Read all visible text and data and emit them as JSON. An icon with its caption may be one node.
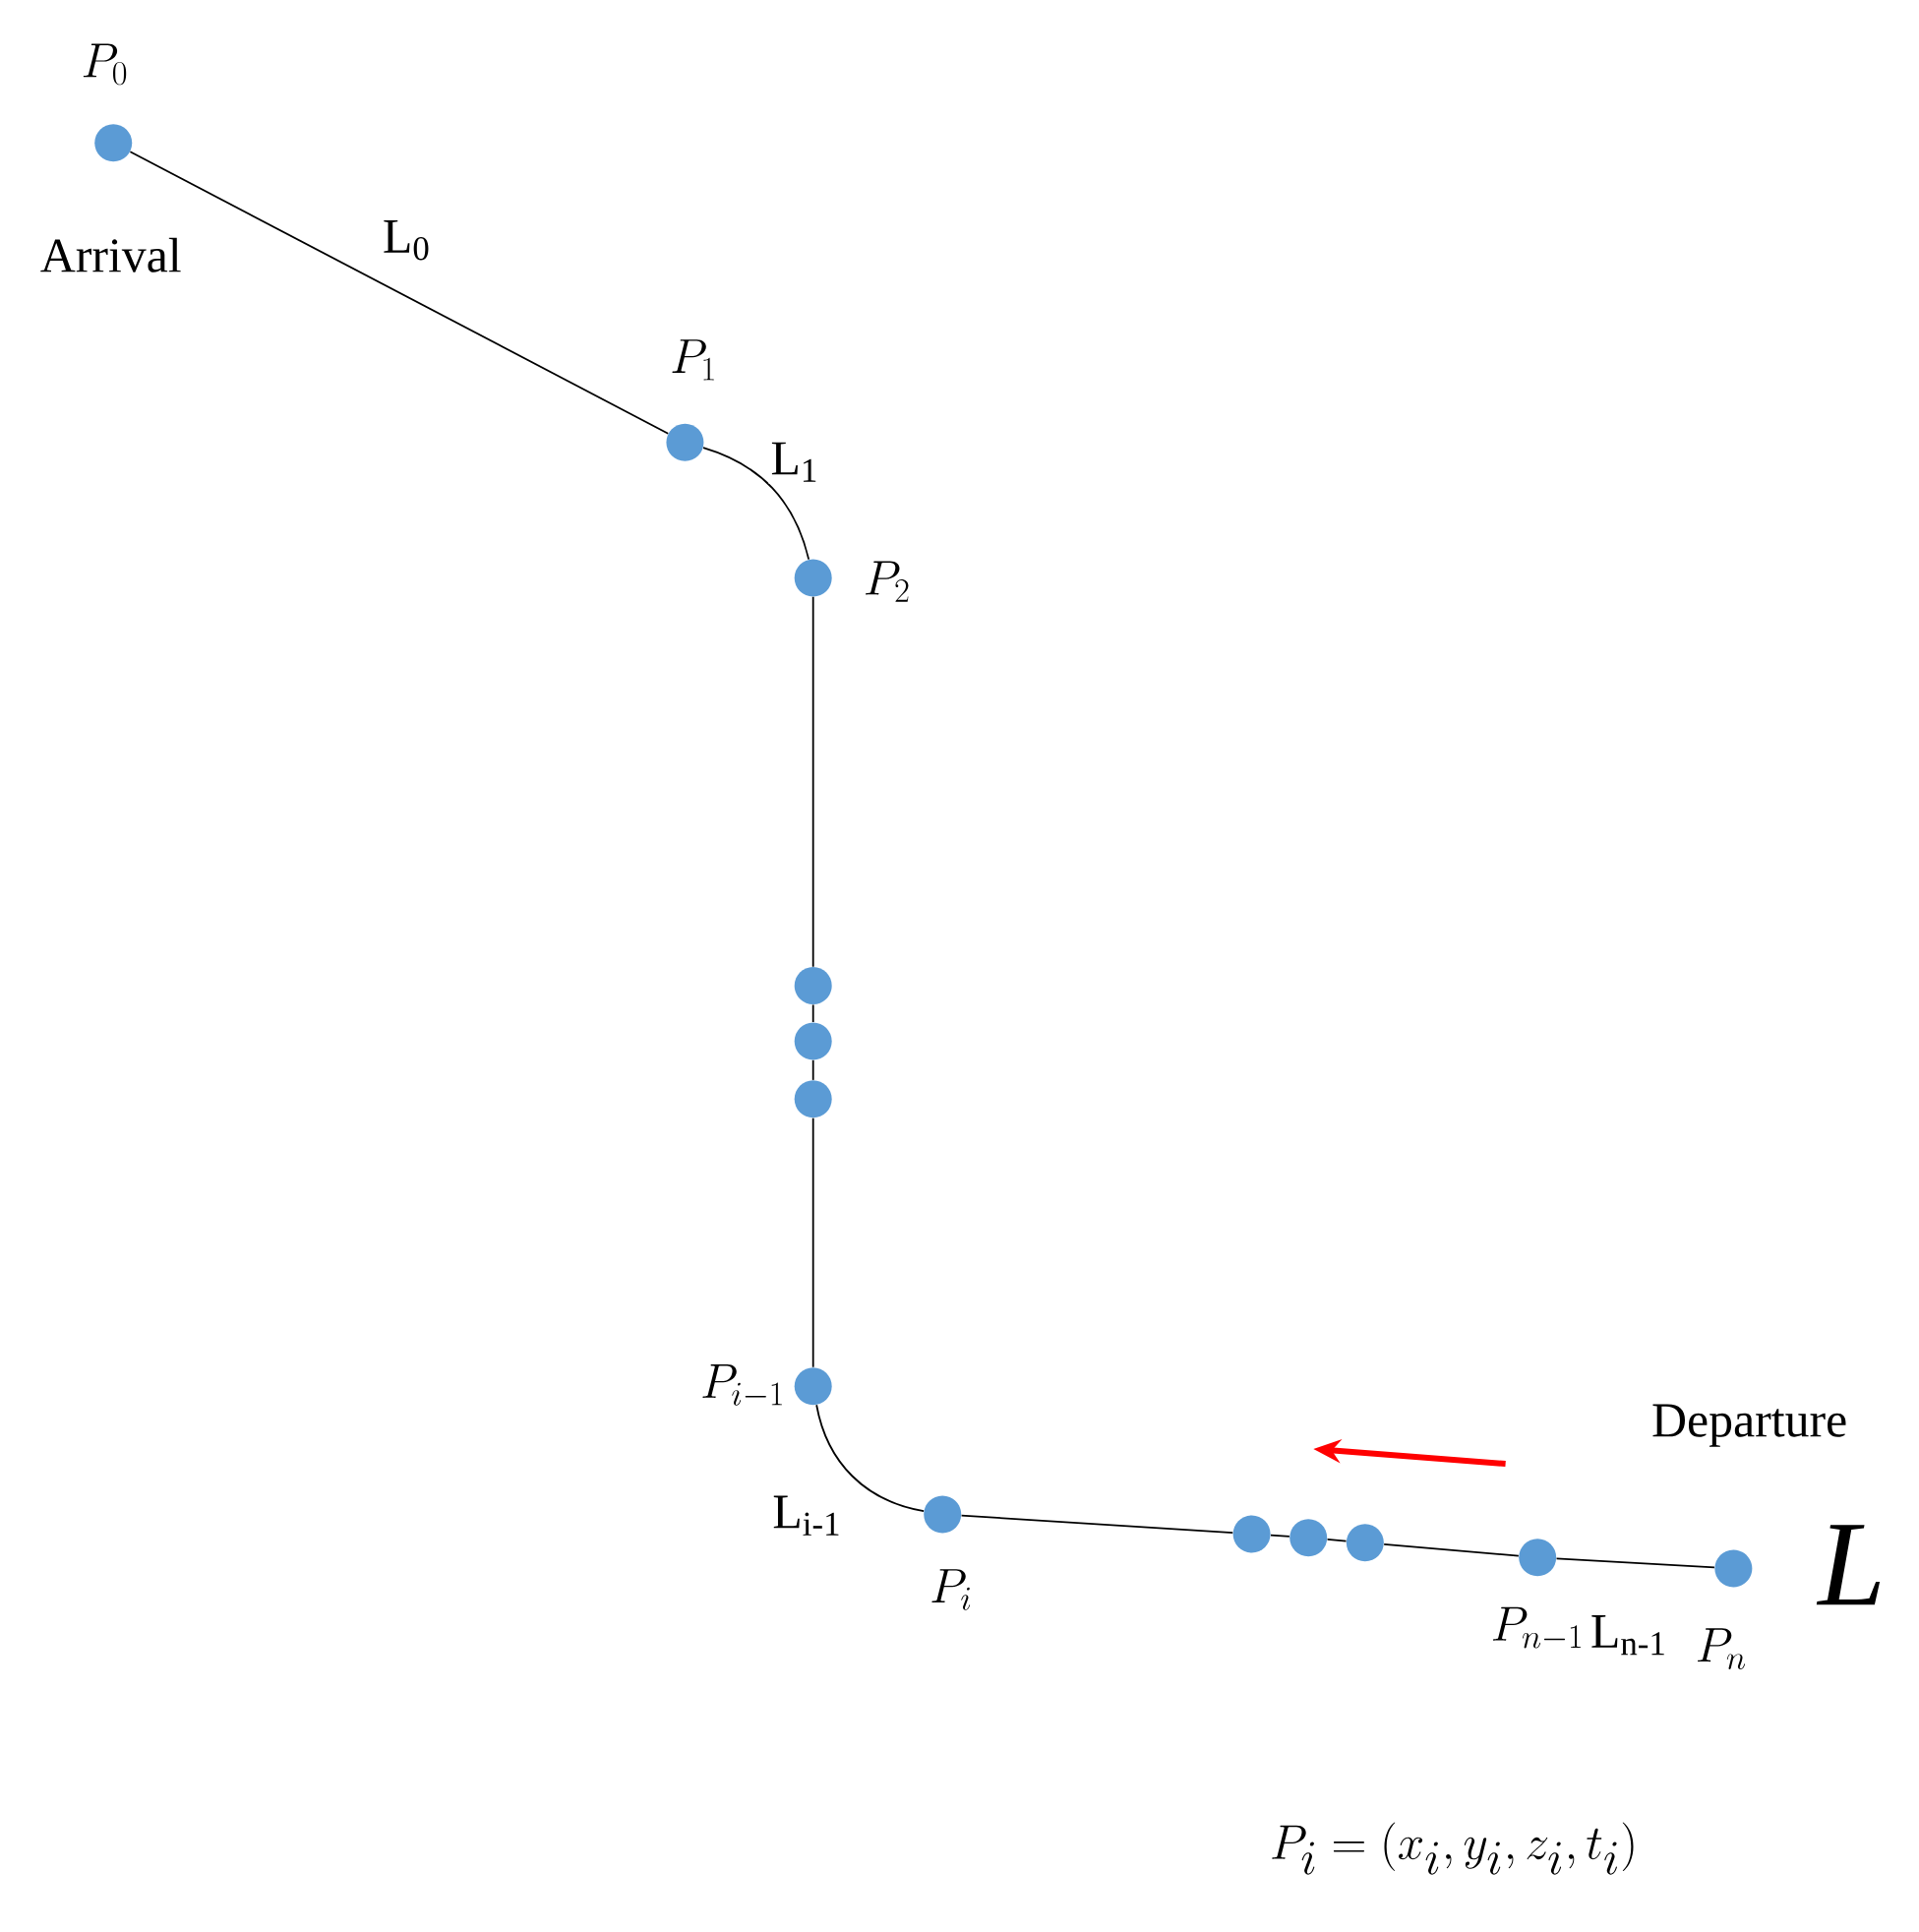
{
  "diagram": {
    "nodes": [
      {
        "text": [],
        "shape": "circle",
        "beside": [
          "P_0"
        ]
      },
      {
        "text": [],
        "shape": "circle",
        "beside": [
          "P_1"
        ]
      },
      {
        "text": [],
        "shape": "circle",
        "beside": [
          "P_2"
        ]
      },
      {
        "text": [],
        "shape": "circle"
      },
      {
        "text": [],
        "shape": "circle"
      },
      {
        "text": [],
        "shape": "circle"
      },
      {
        "text": [],
        "shape": "circle",
        "beside": [
          "P_{i-1}"
        ]
      },
      {
        "text": [],
        "shape": "circle",
        "beside": [
          "P_i"
        ]
      },
      {
        "text": [],
        "shape": "circle"
      },
      {
        "text": [],
        "shape": "circle"
      },
      {
        "text": [],
        "shape": "circle"
      },
      {
        "text": [],
        "shape": "circle",
        "beside": [
          "P_{n-1}"
        ]
      },
      {
        "text": [],
        "shape": "circle",
        "beside": [
          "P_n"
        ]
      }
    ],
    "edges": [
      {
        "from": 0,
        "to": 1,
        "arrow": "none",
        "label": "L$_{0}$"
      },
      {
        "from": 1,
        "to": 2,
        "arrow": "none",
        "label": "L$_{1}$"
      },
      {
        "from": 2,
        "to": 3,
        "arrow": "none"
      },
      {
        "from": 3,
        "to": 4,
        "arrow": "none"
      },
      {
        "from": 4,
        "to": 5,
        "arrow": "none"
      },
      {
        "from": 5,
        "to": 6,
        "arrow": "none"
      },
      {
        "from": 6,
        "to": 7,
        "arrow": "none",
        "label": "L$_{i-1}$"
      },
      {
        "from": 7,
        "to": 8,
        "arrow": "none"
      },
      {
        "from": 8,
        "to": 9,
        "arrow": "none"
      },
      {
        "from": 9,
        "to": 10,
        "arrow": "none"
      },
      {
        "from": 10,
        "to": 11,
        "arrow": "none"
      },
      {
        "from": 11,
        "to": 12,
        "arrow": "none",
        "label": "L$_{n-1}$"
      }
    ],
    "labels": [
      "Arrival",
      "Departure",
      "L",
      "P_i = (x_i, y_i, z_i, t_i)"
    ]
  }
}
